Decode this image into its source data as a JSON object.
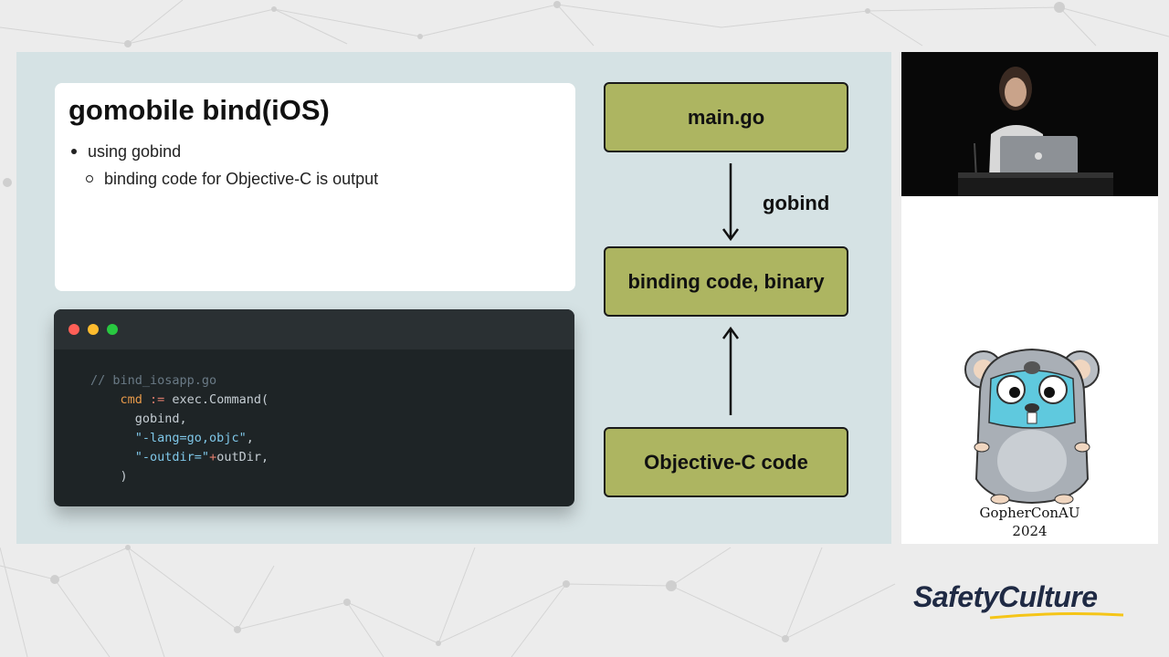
{
  "slide": {
    "title": "gomobile bind(iOS)",
    "bullets": [
      {
        "text": "using gobind",
        "level": 1
      },
      {
        "text": "binding code for Objective-C is output",
        "level": 2
      }
    ]
  },
  "code": {
    "lines": [
      {
        "parts": [
          {
            "t": "// bind_iosapp.go",
            "c": "comment"
          }
        ]
      },
      {
        "parts": [
          {
            "t": "    ",
            "c": "plain"
          },
          {
            "t": "cmd",
            "c": "var"
          },
          {
            "t": " := ",
            "c": "op"
          },
          {
            "t": "exec.Command(",
            "c": "plain"
          }
        ]
      },
      {
        "parts": [
          {
            "t": "      gobind,",
            "c": "plain"
          }
        ]
      },
      {
        "parts": [
          {
            "t": "      ",
            "c": "plain"
          },
          {
            "t": "\"-lang=go,objc\"",
            "c": "str"
          },
          {
            "t": ",",
            "c": "plain"
          }
        ]
      },
      {
        "parts": [
          {
            "t": "      ",
            "c": "plain"
          },
          {
            "t": "\"-outdir=\"",
            "c": "str"
          },
          {
            "t": "+",
            "c": "op"
          },
          {
            "t": "outDir,",
            "c": "plain"
          }
        ]
      },
      {
        "parts": [
          {
            "t": "    )",
            "c": "plain"
          }
        ]
      }
    ]
  },
  "diagram": {
    "top_box": "main.go",
    "middle_box": "binding code, binary",
    "bottom_box": "Objective-C code",
    "edge_label": "gobind",
    "box_color": "#adb561"
  },
  "sponsor": {
    "conference_line1": "GopherConAU",
    "conference_line2": "2024",
    "brand": "SafetyCulture",
    "brand_accent": "#f5c518"
  },
  "icons": [
    "window-close-dot",
    "window-minimize-dot",
    "window-zoom-dot",
    "down-arrow",
    "up-arrow",
    "gopher-mascot",
    "laptop-logo"
  ]
}
